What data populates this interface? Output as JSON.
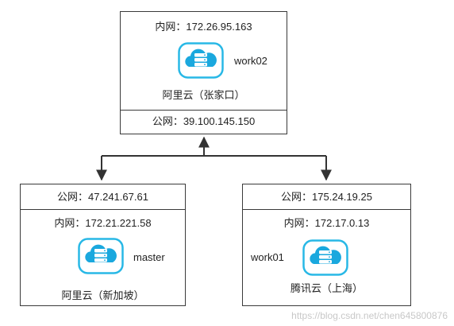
{
  "nodes": {
    "work02": {
      "name": "work02",
      "inner_ip": "内网：172.26.95.163",
      "location": "阿里云（张家口）",
      "public_ip": "公网：39.100.145.150",
      "icon": "cloud-server-icon"
    },
    "master": {
      "name": "master",
      "public_ip": "公网：47.241.67.61",
      "inner_ip": "内网：172.21.221.58",
      "location": "阿里云（新加坡）",
      "icon": "cloud-server-icon"
    },
    "work01": {
      "name": "work01",
      "public_ip": "公网：175.24.19.25",
      "inner_ip": "内网：172.17.0.13",
      "location": "腾讯云（上海）",
      "icon": "cloud-server-icon"
    }
  },
  "colors": {
    "icon_stroke": "#28b8e6",
    "icon_fill": "#1aa8de",
    "border": "#3a3a3a",
    "connector": "#333333"
  },
  "watermark": "https://blog.csdn.net/chen645800876"
}
